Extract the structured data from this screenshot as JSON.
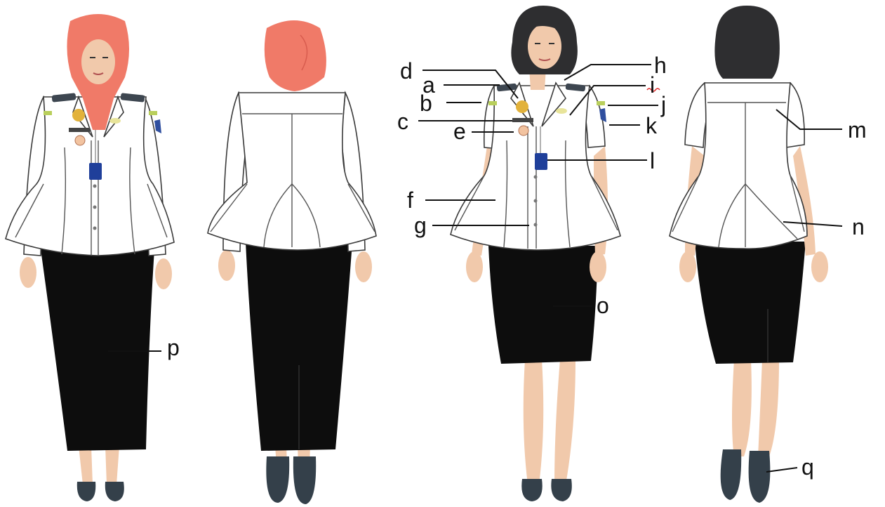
{
  "colors": {
    "hijab": "#f07a68",
    "hair": "#2e2e30",
    "skin": "#f1c9ab",
    "blouse": "#ffffff",
    "skirt": "#0d0d0d",
    "shoes": "#34404a",
    "id_card": "#1f3f9a",
    "epaulette": "#3d4650",
    "badge_gold": "#e2b23b",
    "patch_green": "#b9cf5c",
    "arm_patch": "#2f4f9f"
  },
  "labels": {
    "a": "a",
    "b": "b",
    "c": "c",
    "d": "d",
    "e": "e",
    "f": "f",
    "g": "g",
    "h": "h",
    "i": "i",
    "j": "j",
    "k": "k",
    "l": "l",
    "m": "m",
    "n": "n",
    "o": "o",
    "p": "p",
    "q": "q"
  }
}
